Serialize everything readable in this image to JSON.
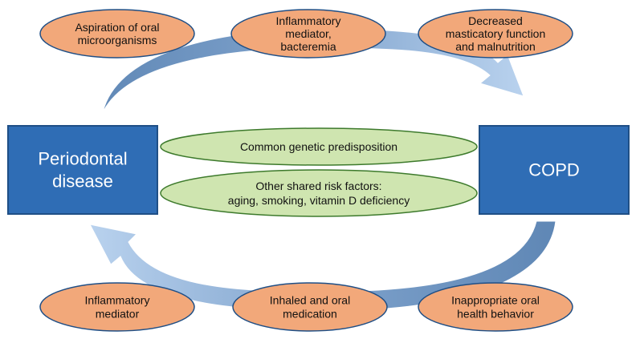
{
  "diagram": {
    "left_box": {
      "lines": [
        "Periodontal",
        "disease"
      ]
    },
    "right_box": {
      "lines": [
        "COPD"
      ]
    },
    "shared": [
      {
        "lines": [
          "Common genetic predisposition"
        ]
      },
      {
        "lines": [
          "Other shared risk factors:",
          "aging, smoking, vitamin D deficiency"
        ]
      }
    ],
    "top_factors": [
      {
        "lines": [
          "Aspiration of oral",
          "microorganisms"
        ]
      },
      {
        "lines": [
          "Inflammatory",
          "mediator,",
          "bacteremia"
        ]
      },
      {
        "lines": [
          "Decreased",
          "masticatory function",
          "and malnutrition"
        ]
      }
    ],
    "bottom_factors": [
      {
        "lines": [
          "Inflammatory",
          "mediator"
        ]
      },
      {
        "lines": [
          "Inhaled and oral",
          "medication"
        ]
      },
      {
        "lines": [
          "Inappropriate oral",
          "health behavior"
        ]
      }
    ],
    "colors": {
      "box_fill": "#2f6db5",
      "box_stroke": "#1f4f86",
      "oval_fill": "#f2a87a",
      "oval_stroke": "#1f4f86",
      "green_fill": "#cfe5b0",
      "green_stroke": "#3d7a2c",
      "arrow_light": "#b9d2ee",
      "arrow_dark": "#5f87b5"
    }
  }
}
